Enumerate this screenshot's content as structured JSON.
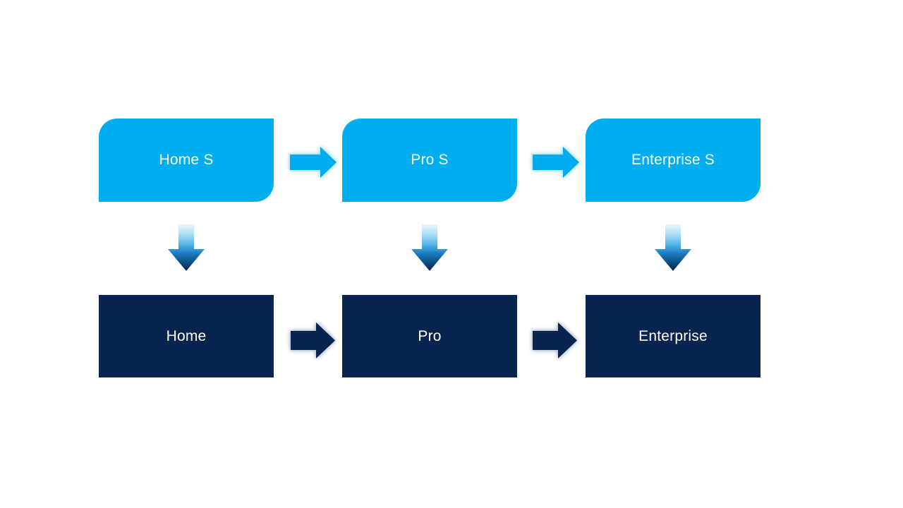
{
  "colors": {
    "background": "#FFFFFF",
    "light_blue": "#00AEEF",
    "dark_navy": "#0A2450",
    "text_color": "#FFFFFF",
    "glow_light": "#A8E0F9",
    "glow_dark": "#B3BFD4"
  },
  "down_arrow_gradient": [
    "#EAF6FD",
    "#A8DCF6",
    "#4FB0E6",
    "#1B7EC4",
    "#0F5186",
    "#0A2450"
  ],
  "nodes": {
    "top": [
      "Home S",
      "Pro S",
      "Enterprise S"
    ],
    "bottom": [
      "Home",
      "Pro",
      "Enterprise"
    ]
  },
  "arrows": {
    "top_horizontal": [
      "Home S to Pro S",
      "Pro S to Enterprise S"
    ],
    "bottom_horizontal": [
      "Home to Pro",
      "Pro to Enterprise"
    ],
    "vertical": [
      "Home S to Home",
      "Pro S to Pro",
      "Enterprise S to Enterprise"
    ]
  }
}
